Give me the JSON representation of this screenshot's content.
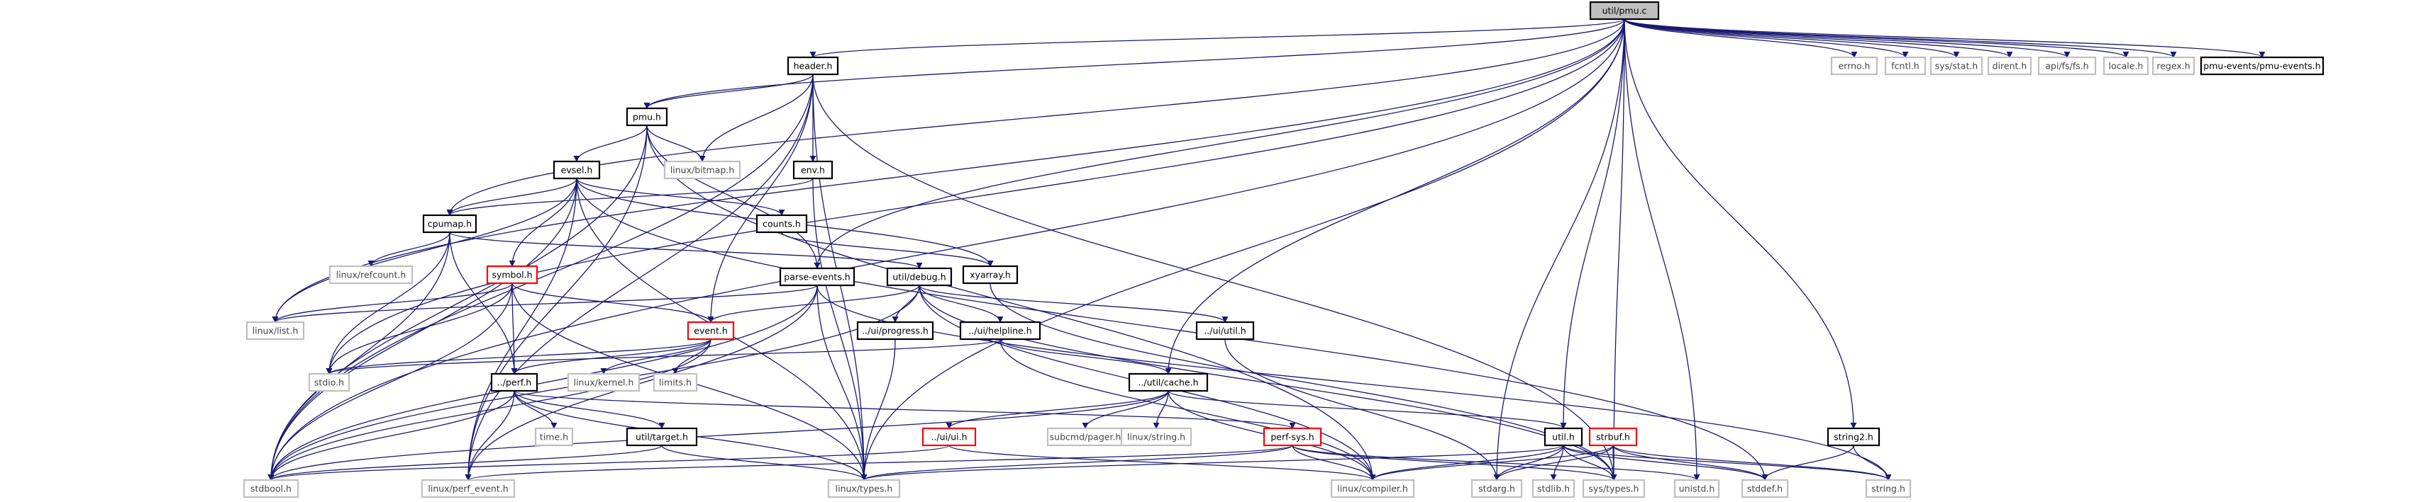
{
  "graph_title": "util/pmu.c",
  "colors": {
    "edge": "#191970",
    "node_border_normal": "#000000",
    "node_border_truncated": "#ff0000",
    "node_border_external": "#bfbfbf",
    "node_fill_root": "#bfbfbf",
    "node_fill": "#ffffff",
    "text_normal": "#000000",
    "text_external": "#444444"
  },
  "nodes": [
    {
      "id": "pmu_c",
      "label": "util/pmu.c",
      "kind": "root"
    },
    {
      "id": "header_h",
      "label": "header.h",
      "kind": "normal"
    },
    {
      "id": "errno_h",
      "label": "errno.h",
      "kind": "external"
    },
    {
      "id": "fcntl_h",
      "label": "fcntl.h",
      "kind": "external"
    },
    {
      "id": "sysstat_h",
      "label": "sys/stat.h",
      "kind": "external"
    },
    {
      "id": "dirent_h",
      "label": "dirent.h",
      "kind": "external"
    },
    {
      "id": "apifs_h",
      "label": "api/fs/fs.h",
      "kind": "external"
    },
    {
      "id": "locale_h",
      "label": "locale.h",
      "kind": "external"
    },
    {
      "id": "regex_h",
      "label": "regex.h",
      "kind": "external"
    },
    {
      "id": "pmuevents_h",
      "label": "pmu-events/pmu-events.h",
      "kind": "normal"
    },
    {
      "id": "pmu_h",
      "label": "pmu.h",
      "kind": "normal"
    },
    {
      "id": "bitmap_h",
      "label": "linux/bitmap.h",
      "kind": "external"
    },
    {
      "id": "env_h",
      "label": "env.h",
      "kind": "normal"
    },
    {
      "id": "evsel_h",
      "label": "evsel.h",
      "kind": "normal"
    },
    {
      "id": "counts_h",
      "label": "counts.h",
      "kind": "normal"
    },
    {
      "id": "cpumap_h",
      "label": "cpumap.h",
      "kind": "normal"
    },
    {
      "id": "refcount_h",
      "label": "linux/refcount.h",
      "kind": "external"
    },
    {
      "id": "xyarray_h",
      "label": "xyarray.h",
      "kind": "normal"
    },
    {
      "id": "symbol_h",
      "label": "symbol.h",
      "kind": "truncated"
    },
    {
      "id": "parseevents_h",
      "label": "parse-events.h",
      "kind": "normal"
    },
    {
      "id": "debug_h",
      "label": "util/debug.h",
      "kind": "normal"
    },
    {
      "id": "list_h",
      "label": "linux/list.h",
      "kind": "external"
    },
    {
      "id": "progress_h",
      "label": "../ui/progress.h",
      "kind": "normal"
    },
    {
      "id": "uiutil_h",
      "label": "../ui/util.h",
      "kind": "normal"
    },
    {
      "id": "event_h",
      "label": "event.h",
      "kind": "truncated"
    },
    {
      "id": "helpline_h",
      "label": "../ui/helpline.h",
      "kind": "normal"
    },
    {
      "id": "stdio_h",
      "label": "stdio.h",
      "kind": "external"
    },
    {
      "id": "kernel_h",
      "label": "linux/kernel.h",
      "kind": "external"
    },
    {
      "id": "limits_h",
      "label": "limits.h",
      "kind": "external"
    },
    {
      "id": "cache_h",
      "label": "../util/cache.h",
      "kind": "normal"
    },
    {
      "id": "perf_h",
      "label": "../perf.h",
      "kind": "normal"
    },
    {
      "id": "time_h",
      "label": "time.h",
      "kind": "external"
    },
    {
      "id": "target_h",
      "label": "util/target.h",
      "kind": "normal"
    },
    {
      "id": "perfsys_h",
      "label": "perf-sys.h",
      "kind": "truncated"
    },
    {
      "id": "subcmdpager_h",
      "label": "subcmd/pager.h",
      "kind": "external"
    },
    {
      "id": "linuxstring_h",
      "label": "linux/string.h",
      "kind": "external"
    },
    {
      "id": "uiui_h",
      "label": "../ui/ui.h",
      "kind": "truncated"
    },
    {
      "id": "util_h",
      "label": "util.h",
      "kind": "normal"
    },
    {
      "id": "strbuf_h",
      "label": "strbuf.h",
      "kind": "truncated"
    },
    {
      "id": "string2_h",
      "label": "string2.h",
      "kind": "normal"
    },
    {
      "id": "stdbool_h",
      "label": "stdbool.h",
      "kind": "external"
    },
    {
      "id": "perfevent_h",
      "label": "linux/perf_event.h",
      "kind": "external"
    },
    {
      "id": "types_h",
      "label": "linux/types.h",
      "kind": "external"
    },
    {
      "id": "compiler_h",
      "label": "linux/compiler.h",
      "kind": "external"
    },
    {
      "id": "stdarg_h",
      "label": "stdarg.h",
      "kind": "external"
    },
    {
      "id": "stdlib_h",
      "label": "stdlib.h",
      "kind": "external"
    },
    {
      "id": "systypes_h",
      "label": "sys/types.h",
      "kind": "external"
    },
    {
      "id": "unistd_h",
      "label": "unistd.h",
      "kind": "external"
    },
    {
      "id": "stddef_h",
      "label": "stddef.h",
      "kind": "external"
    },
    {
      "id": "string_h",
      "label": "string.h",
      "kind": "external"
    }
  ],
  "edges": [
    [
      "pmu_c",
      "header_h"
    ],
    [
      "pmu_c",
      "errno_h"
    ],
    [
      "pmu_c",
      "fcntl_h"
    ],
    [
      "pmu_c",
      "sysstat_h"
    ],
    [
      "pmu_c",
      "dirent_h"
    ],
    [
      "pmu_c",
      "apifs_h"
    ],
    [
      "pmu_c",
      "locale_h"
    ],
    [
      "pmu_c",
      "regex_h"
    ],
    [
      "pmu_c",
      "pmuevents_h"
    ],
    [
      "pmu_c",
      "pmu_h"
    ],
    [
      "pmu_c",
      "cpumap_h"
    ],
    [
      "pmu_c",
      "parseevents_h"
    ],
    [
      "pmu_c",
      "list_h"
    ],
    [
      "pmu_c",
      "stdio_h"
    ],
    [
      "pmu_c",
      "stdbool_h"
    ],
    [
      "pmu_c",
      "cache_h"
    ],
    [
      "pmu_c",
      "util_h"
    ],
    [
      "pmu_c",
      "string2_h"
    ],
    [
      "pmu_c",
      "stdarg_h"
    ],
    [
      "pmu_c",
      "systypes_h"
    ],
    [
      "pmu_c",
      "types_h"
    ],
    [
      "pmu_c",
      "unistd_h"
    ],
    [
      "header_h",
      "pmu_h"
    ],
    [
      "header_h",
      "bitmap_h"
    ],
    [
      "header_h",
      "env_h"
    ],
    [
      "header_h",
      "event_h"
    ],
    [
      "header_h",
      "perfevent_h"
    ],
    [
      "header_h",
      "types_h"
    ],
    [
      "header_h",
      "stdbool_h"
    ],
    [
      "header_h",
      "systypes_h"
    ],
    [
      "pmu_h",
      "bitmap_h"
    ],
    [
      "pmu_h",
      "evsel_h"
    ],
    [
      "pmu_h",
      "parseevents_h"
    ],
    [
      "pmu_h",
      "perfevent_h"
    ],
    [
      "pmu_h",
      "stdbool_h"
    ],
    [
      "pmu_h",
      "compiler_h"
    ],
    [
      "env_h",
      "cpumap_h"
    ],
    [
      "env_h",
      "types_h"
    ],
    [
      "evsel_h",
      "counts_h"
    ],
    [
      "evsel_h",
      "cpumap_h"
    ],
    [
      "evsel_h",
      "xyarray_h"
    ],
    [
      "evsel_h",
      "symbol_h"
    ],
    [
      "evsel_h",
      "list_h"
    ],
    [
      "evsel_h",
      "stdbool_h"
    ],
    [
      "evsel_h",
      "stddef_h"
    ],
    [
      "evsel_h",
      "types_h"
    ],
    [
      "evsel_h",
      "perfevent_h"
    ],
    [
      "counts_h",
      "xyarray_h"
    ],
    [
      "cpumap_h",
      "refcount_h"
    ],
    [
      "cpumap_h",
      "stdio_h"
    ],
    [
      "cpumap_h",
      "perf_h"
    ],
    [
      "cpumap_h",
      "debug_h"
    ],
    [
      "cpumap_h",
      "stdbool_h"
    ],
    [
      "symbol_h",
      "list_h"
    ],
    [
      "symbol_h",
      "stdio_h"
    ],
    [
      "symbol_h",
      "event_h"
    ],
    [
      "symbol_h",
      "perf_h"
    ],
    [
      "symbol_h",
      "types_h"
    ],
    [
      "symbol_h",
      "stdbool_h"
    ],
    [
      "parseevents_h",
      "list_h"
    ],
    [
      "parseevents_h",
      "stdbool_h"
    ],
    [
      "parseevents_h",
      "types_h"
    ],
    [
      "parseevents_h",
      "perfevent_h"
    ],
    [
      "parseevents_h",
      "string_h"
    ],
    [
      "debug_h",
      "event_h"
    ],
    [
      "debug_h",
      "progress_h"
    ],
    [
      "debug_h",
      "helpline_h"
    ],
    [
      "debug_h",
      "uiutil_h"
    ],
    [
      "debug_h",
      "stdbool_h"
    ],
    [
      "debug_h",
      "compiler_h"
    ],
    [
      "debug_h",
      "systypes_h"
    ],
    [
      "xyarray_h",
      "systypes_h"
    ],
    [
      "progress_h",
      "types_h"
    ],
    [
      "uiutil_h",
      "stdarg_h"
    ],
    [
      "event_h",
      "stdio_h"
    ],
    [
      "event_h",
      "limits_h"
    ],
    [
      "event_h",
      "kernel_h"
    ],
    [
      "event_h",
      "perf_h"
    ],
    [
      "event_h",
      "stdbool_h"
    ],
    [
      "helpline_h",
      "stdio_h"
    ],
    [
      "helpline_h",
      "cache_h"
    ],
    [
      "helpline_h",
      "compiler_h"
    ],
    [
      "cache_h",
      "subcmdpager_h"
    ],
    [
      "cache_h",
      "linuxstring_h"
    ],
    [
      "cache_h",
      "uiui_h"
    ],
    [
      "cache_h",
      "util_h"
    ],
    [
      "cache_h",
      "stdbool_h"
    ],
    [
      "cache_h",
      "compiler_h"
    ],
    [
      "perf_h",
      "time_h"
    ],
    [
      "perf_h",
      "target_h"
    ],
    [
      "perf_h",
      "perfsys_h"
    ],
    [
      "perf_h",
      "stdbool_h"
    ],
    [
      "perf_h",
      "perfevent_h"
    ],
    [
      "perf_h",
      "types_h"
    ],
    [
      "target_h",
      "stdbool_h"
    ],
    [
      "target_h",
      "types_h"
    ],
    [
      "perfsys_h",
      "unistd_h"
    ],
    [
      "perfsys_h",
      "types_h"
    ],
    [
      "perfsys_h",
      "compiler_h"
    ],
    [
      "perfsys_h",
      "perfevent_h"
    ],
    [
      "perfsys_h",
      "systypes_h"
    ],
    [
      "uiui_h",
      "stdbool_h"
    ],
    [
      "uiui_h",
      "compiler_h"
    ],
    [
      "util_h",
      "compiler_h"
    ],
    [
      "util_h",
      "stdarg_h"
    ],
    [
      "util_h",
      "stdlib_h"
    ],
    [
      "util_h",
      "systypes_h"
    ],
    [
      "util_h",
      "stddef_h"
    ],
    [
      "util_h",
      "string_h"
    ],
    [
      "util_h",
      "types_h"
    ],
    [
      "strbuf_h",
      "stdarg_h"
    ],
    [
      "strbuf_h",
      "stddef_h"
    ],
    [
      "strbuf_h",
      "string_h"
    ],
    [
      "strbuf_h",
      "systypes_h"
    ],
    [
      "strbuf_h",
      "compiler_h"
    ],
    [
      "string2_h",
      "stddef_h"
    ],
    [
      "string2_h",
      "string_h"
    ]
  ]
}
